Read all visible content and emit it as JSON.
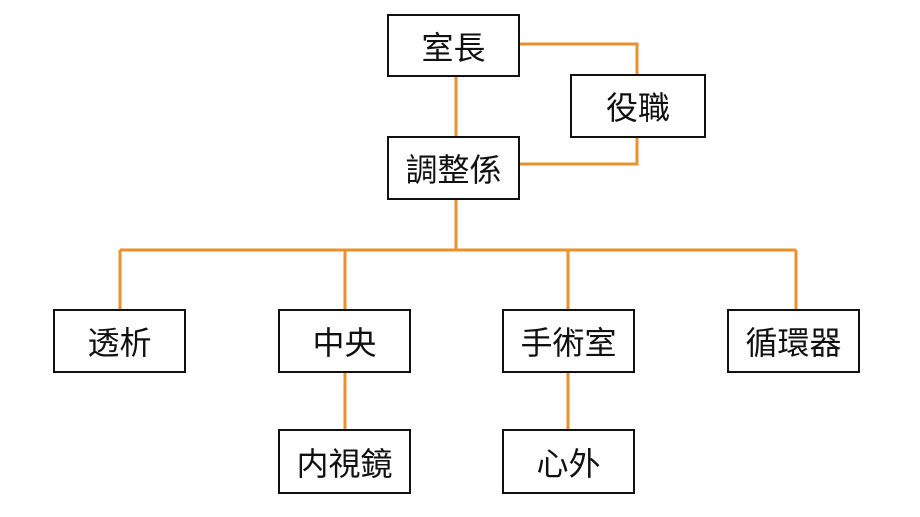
{
  "diagram": {
    "line_color": "#E8912D",
    "nodes": {
      "shitsucho": "室長",
      "yakushoku": "役職",
      "chosei": "調整係",
      "toseki": "透析",
      "chuo": "中央",
      "shujutsu": "手術室",
      "junkanki": "循環器",
      "naishikyo": "内視鏡",
      "shingai": "心外"
    },
    "edges": [
      [
        "shitsucho",
        "yakushoku"
      ],
      [
        "shitsucho",
        "chosei"
      ],
      [
        "yakushoku",
        "chosei"
      ],
      [
        "chosei",
        "toseki"
      ],
      [
        "chosei",
        "chuo"
      ],
      [
        "chosei",
        "shujutsu"
      ],
      [
        "chosei",
        "junkanki"
      ],
      [
        "chuo",
        "naishikyo"
      ],
      [
        "shujutsu",
        "shingai"
      ]
    ]
  }
}
